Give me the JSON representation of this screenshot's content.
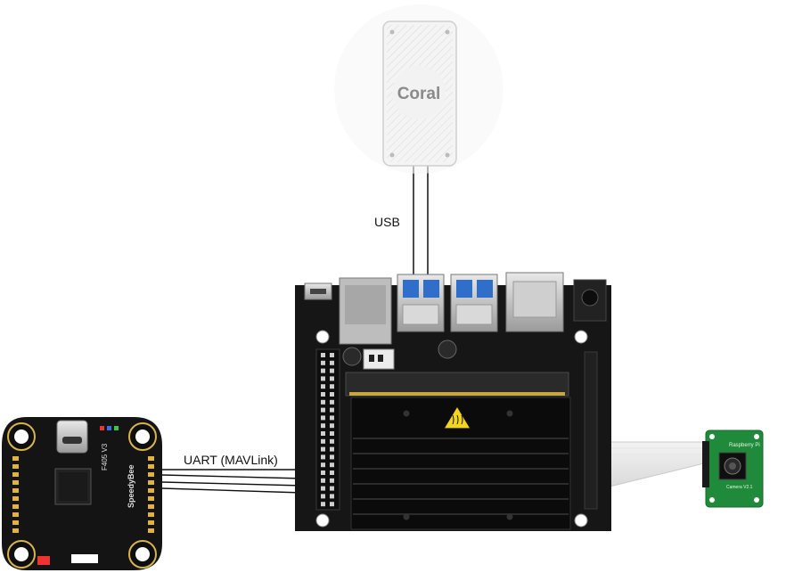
{
  "labels": {
    "usb": "USB",
    "uart": "UART (MAVLink)"
  },
  "devices": {
    "coral": {
      "brand_text": "Coral"
    },
    "jetson": {
      "heat_symbol": "heat-warning-icon"
    },
    "flight_controller": {
      "model_text": "F405 V3",
      "brand_text": "SpeedyBee"
    },
    "camera": {
      "brand_text": "Raspberry Pi",
      "model_text": "Camera V2.1"
    }
  },
  "colors": {
    "board_black": "#161616",
    "heatsink": "#0b0b0b",
    "coral_body": "#f4f4f4",
    "camera_pcb": "#1f8a3a",
    "usb_blue": "#2f6fc9",
    "gold_pad": "#e1b23c",
    "wire": "#111111"
  }
}
